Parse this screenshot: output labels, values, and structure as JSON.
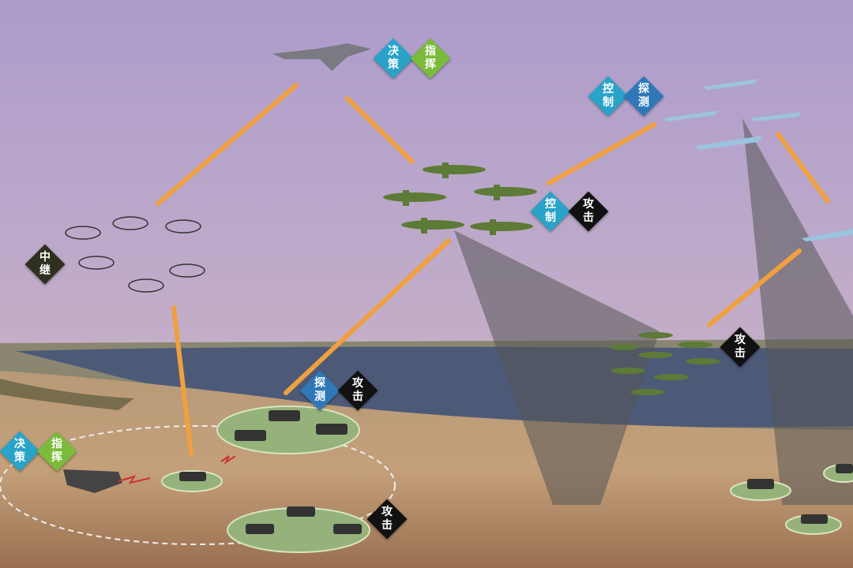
{
  "badges": [
    {
      "l1": "决",
      "l2": "策"
    },
    {
      "l1": "指",
      "l2": "挥"
    },
    {
      "l1": "控",
      "l2": "制"
    },
    {
      "l1": "探",
      "l2": "测"
    },
    {
      "l1": "控",
      "l2": "制"
    },
    {
      "l1": "攻",
      "l2": "击"
    },
    {
      "l1": "中",
      "l2": "继"
    },
    {
      "l1": "探",
      "l2": "测"
    },
    {
      "l1": "攻",
      "l2": "击"
    },
    {
      "l1": "攻",
      "l2": "击"
    },
    {
      "l1": "决",
      "l2": "策"
    },
    {
      "l1": "指",
      "l2": "挥"
    },
    {
      "l1": "攻",
      "l2": "击"
    }
  ],
  "colors": {
    "link": "#f0a040",
    "decision": "#2aa3c8",
    "command": "#7bbb3b",
    "attack": "#111111",
    "relay": "#2f301f"
  }
}
